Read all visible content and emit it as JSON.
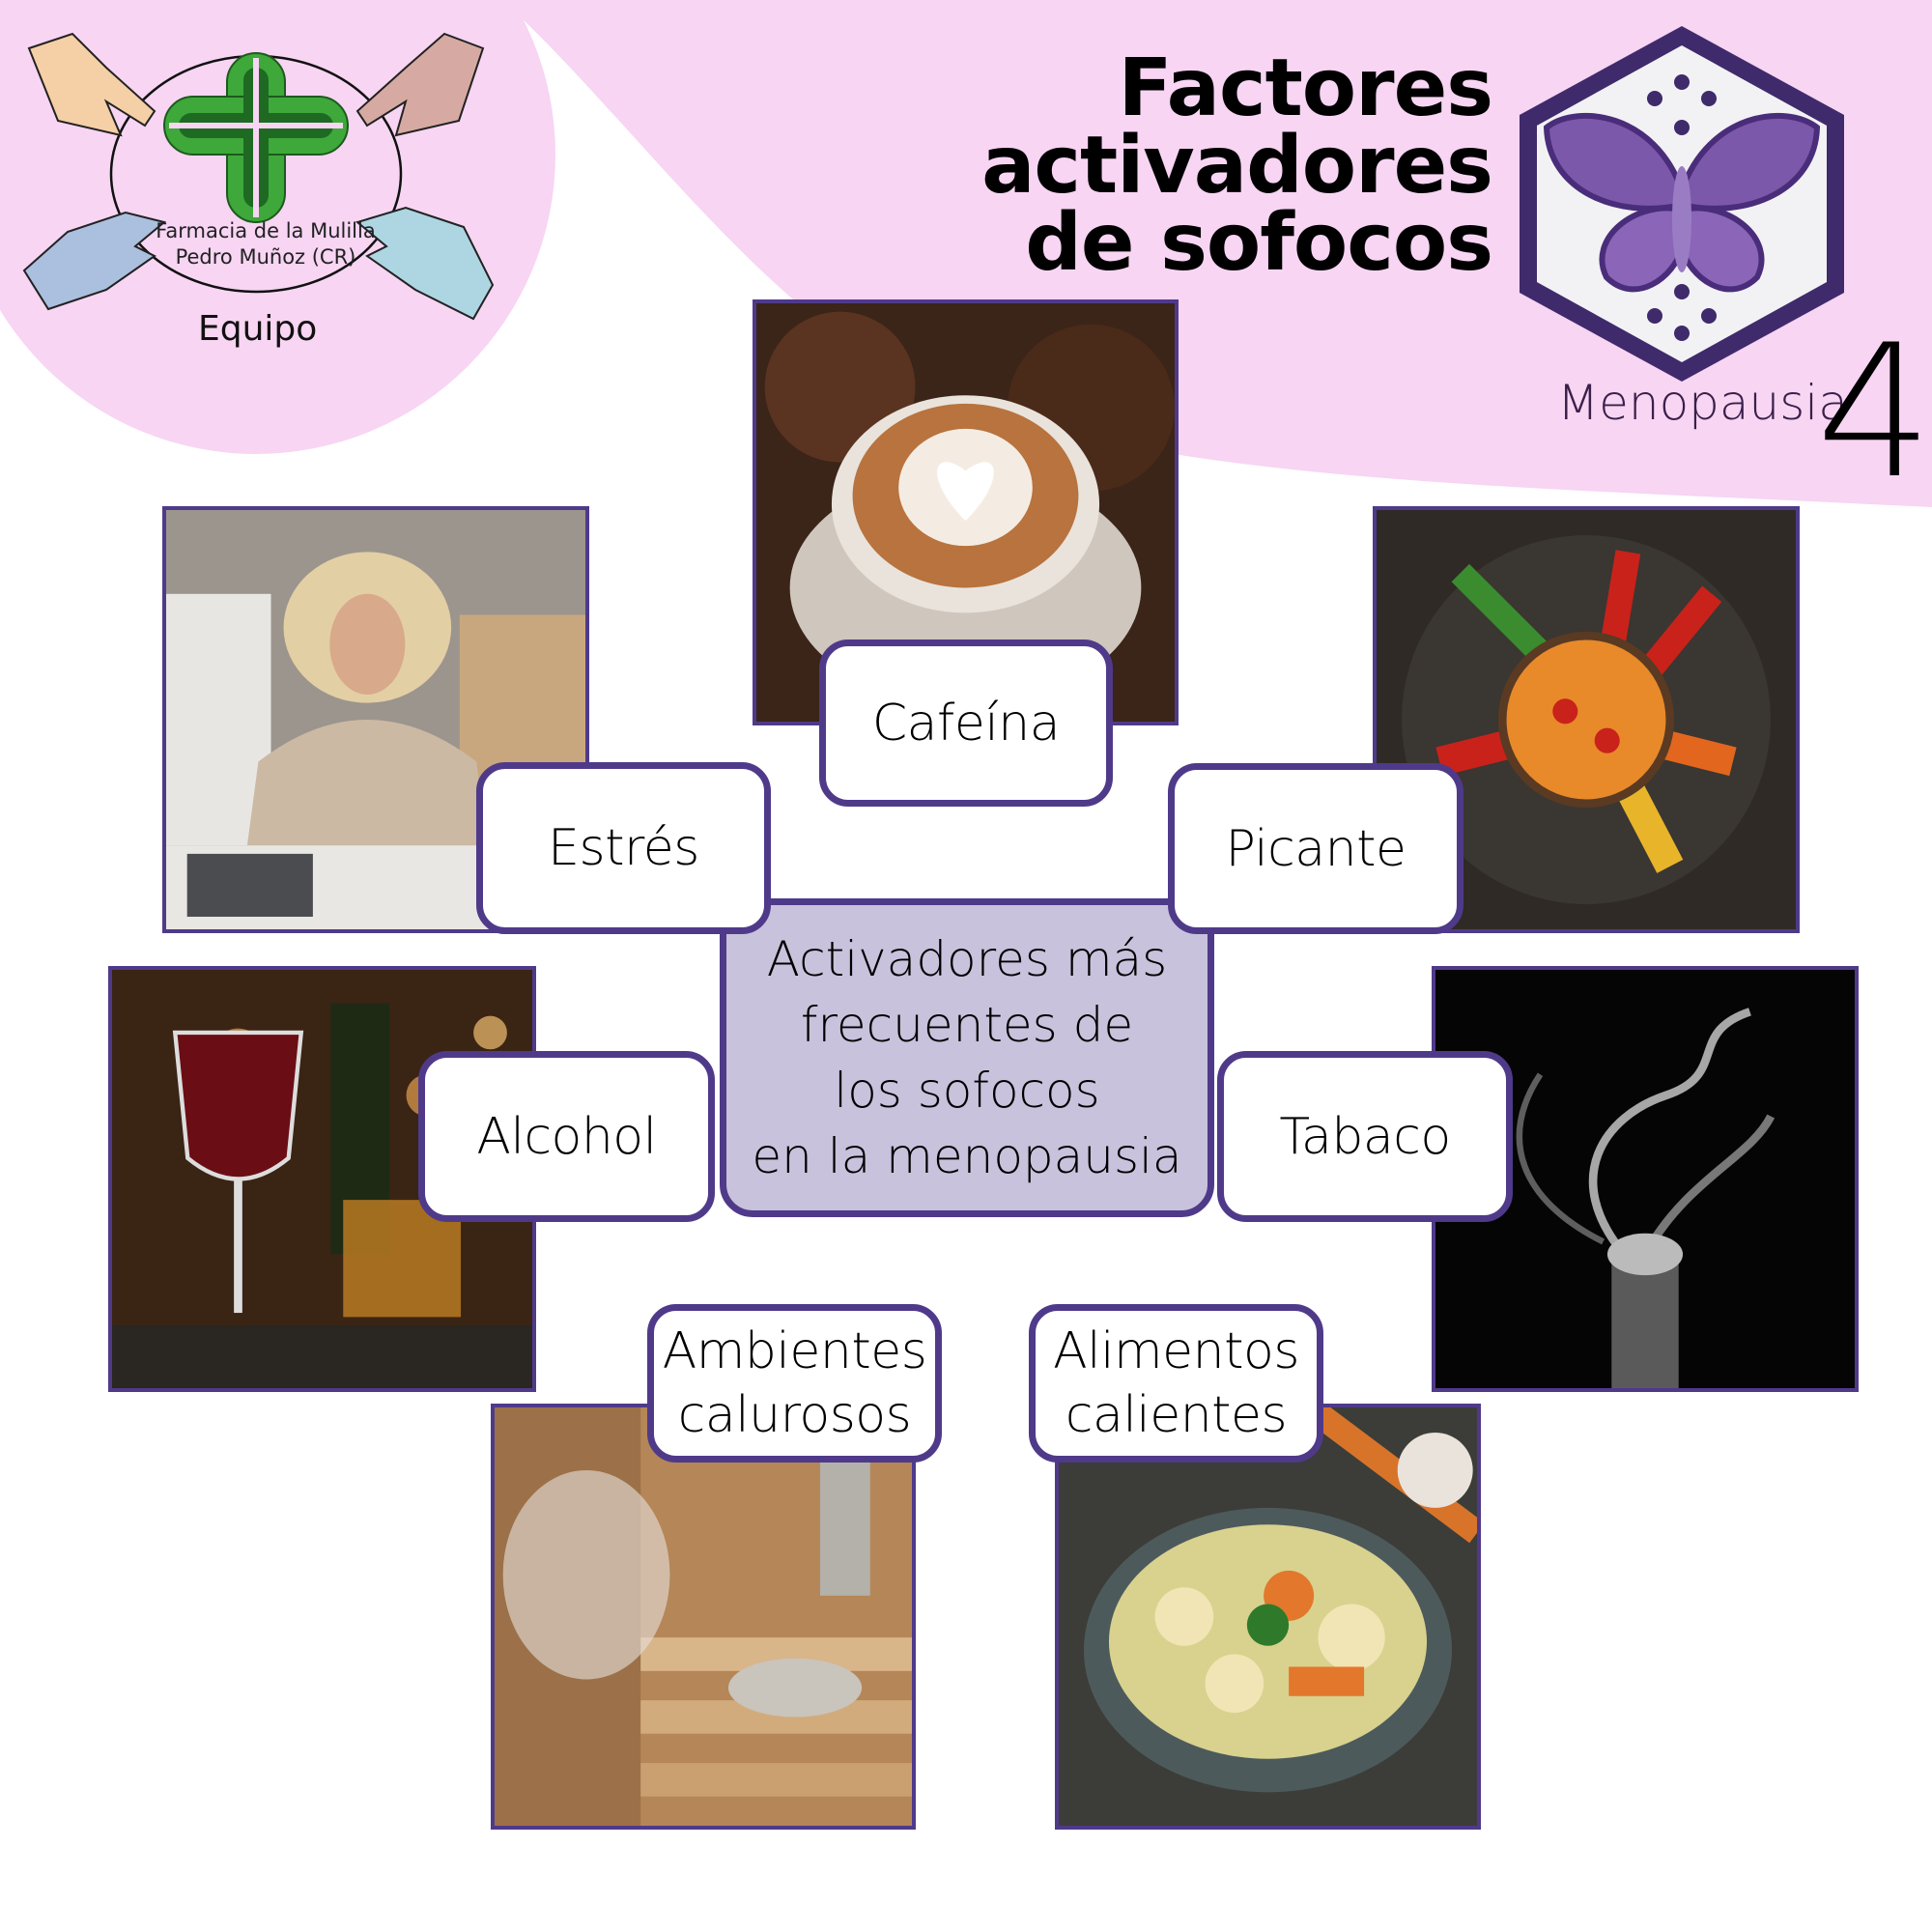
{
  "colors": {
    "pink_background": "#f7d5f3",
    "accent_purple": "#4f3a8a",
    "center_fill": "#c8c2dc",
    "label_fill": "#ffffff"
  },
  "header": {
    "title_lines": [
      "Factores",
      "activadores",
      "de sofocos"
    ],
    "series_name": "Menopausia",
    "series_number": "4",
    "series_icon": "butterfly-hexagon-icon"
  },
  "logo": {
    "line1": "Farmacia de la Mulilla",
    "line2": "Pedro Muñoz (CR)",
    "caption": "Equipo",
    "icon": "green-cross-with-hands-icon"
  },
  "center": {
    "lines": [
      "Activadores más",
      "frecuentes de",
      "los sofocos",
      "en la menopausia"
    ]
  },
  "factors": [
    {
      "id": "cafeina",
      "label_lines": [
        "Cafeína"
      ],
      "image": "coffee-cup-latte-art-photo"
    },
    {
      "id": "estres",
      "label_lines": [
        "Estrés"
      ],
      "image": "stressed-woman-desk-photo"
    },
    {
      "id": "picante",
      "label_lines": [
        "Picante"
      ],
      "image": "chili-peppers-spicy-soup-photo"
    },
    {
      "id": "alcohol",
      "label_lines": [
        "Alcohol"
      ],
      "image": "wine-and-whisky-photo"
    },
    {
      "id": "tabaco",
      "label_lines": [
        "Tabaco"
      ],
      "image": "cigarette-smoke-photo"
    },
    {
      "id": "ambientes",
      "label_lines": [
        "Ambientes",
        "calurosos"
      ],
      "image": "sauna-steam-photo"
    },
    {
      "id": "alimentos",
      "label_lines": [
        "Alimentos",
        "calientes"
      ],
      "image": "hot-vegetable-soup-photo"
    }
  ]
}
